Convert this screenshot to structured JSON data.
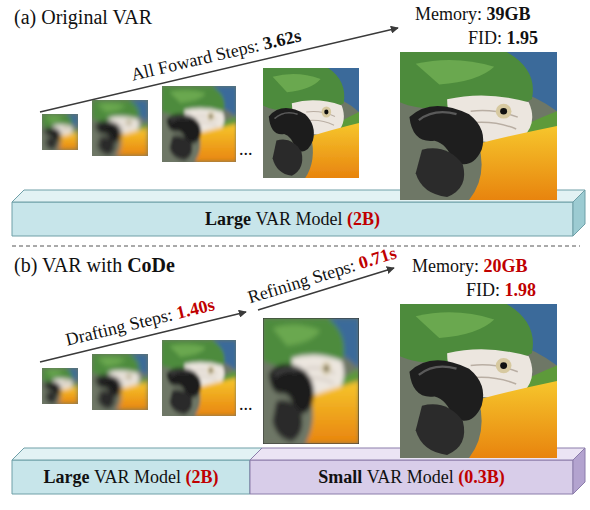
{
  "diagram": {
    "nodes": [
      {
        "text": [
          "Large",
          "VAR Model",
          "(2B)"
        ]
      },
      {
        "text": [
          "Large",
          "VAR Model",
          "(2B)"
        ]
      },
      {
        "text": [
          "Small",
          "VAR Model",
          "(0.3B)"
        ]
      }
    ],
    "labels": [
      "(a) Original VAR",
      "All Foward Steps:",
      "3.62s",
      "Memory:",
      "39GB",
      "FID:",
      "1.95",
      "...",
      "(b) VAR with",
      "CoDe",
      "Drafting Steps:",
      "1.40s",
      "Refining Steps:",
      "0.71s",
      "Memory:",
      "20GB",
      "FID:",
      "1.98",
      "..."
    ]
  }
}
